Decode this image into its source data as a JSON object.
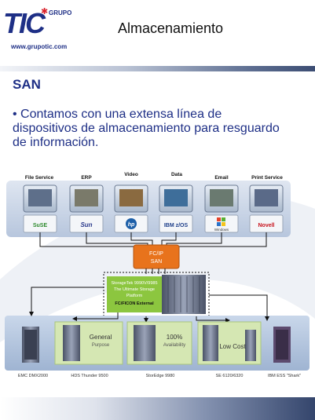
{
  "header": {
    "logo_text": "TIC",
    "logo_grupo": "GRUPO",
    "logo_url": "www.grupotic.com",
    "title": "Almacenamiento"
  },
  "section_title": "SAN",
  "body_text": "• Contamos con una extensa línea de dispositivos de almacenamiento para resguardo de información.",
  "diagram": {
    "apps": [
      {
        "label": "File Service",
        "brand": "SuSE"
      },
      {
        "label": "ERP",
        "brand": "Sun"
      },
      {
        "label": "Video",
        "brand": "hp"
      },
      {
        "label": "Data",
        "brand": "IBM z/OS"
      },
      {
        "label": "Email",
        "brand": "Windows"
      },
      {
        "label": "Print Service",
        "brand": "Novell"
      }
    ],
    "san_switch": {
      "line1": "FC/IP",
      "line2": "SAN"
    },
    "central": {
      "line1": "StorageTek 9990V/9985",
      "line2": "The Ultimate Storage",
      "line3": "Platform",
      "line4": "FC/FICON External"
    },
    "tier_general": {
      "line1": "General",
      "line2": "Purpose"
    },
    "tier_availability": {
      "line1": "100%",
      "line2": "Availability"
    },
    "tier_lowcost": "Low Cost",
    "devices": [
      "EMC DMX2000",
      "HDS Thunder 9500",
      "StorEdge 9980",
      "SE 6120/6320",
      "IBM ESS \"Shark\""
    ]
  },
  "colors": {
    "brand_blue": "#1e2f86",
    "accent_red": "#d8202a",
    "san_orange": "#e8731c",
    "platform_green": "#8cc63f",
    "tier_green": "#d5e7b3"
  }
}
